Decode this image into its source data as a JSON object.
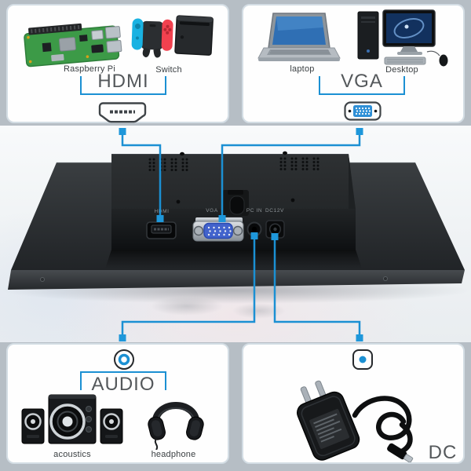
{
  "colors": {
    "accent": "#1b90d3",
    "background": "#b6bec5",
    "panel_background": "#fefefe",
    "panel_border": "#d3dde4",
    "title_text": "#54585b",
    "label_text": "#3b4043",
    "monitor_body": "#2c3032",
    "vga_blue": "#4263cc"
  },
  "panels": {
    "hdmi": {
      "title": "HDMI",
      "connector_icon": "hdmi-plug-icon",
      "devices": [
        {
          "label": "Raspberry Pi",
          "icon": "raspberry-pi-board"
        },
        {
          "label": "Switch",
          "icon": "game-console-and-dock"
        }
      ]
    },
    "vga": {
      "title": "VGA",
      "connector_icon": "vga-plug-icon",
      "devices": [
        {
          "label": "laptop",
          "icon": "laptop"
        },
        {
          "label": "Desktop",
          "icon": "desktop-computer"
        }
      ]
    },
    "audio": {
      "title": "AUDIO",
      "connector_icon": "audio-jack-icon",
      "devices": [
        {
          "label": "acoustics",
          "icon": "speaker-system"
        },
        {
          "label": "headphone",
          "icon": "headphones"
        }
      ]
    },
    "dc": {
      "title": "DC",
      "connector_icon": "dc-jack-icon"
    }
  },
  "monitor": {
    "ports": [
      {
        "label": "HDMI"
      },
      {
        "label": "VGA"
      },
      {
        "label": "PC IN"
      },
      {
        "label": "DC12V"
      }
    ]
  }
}
